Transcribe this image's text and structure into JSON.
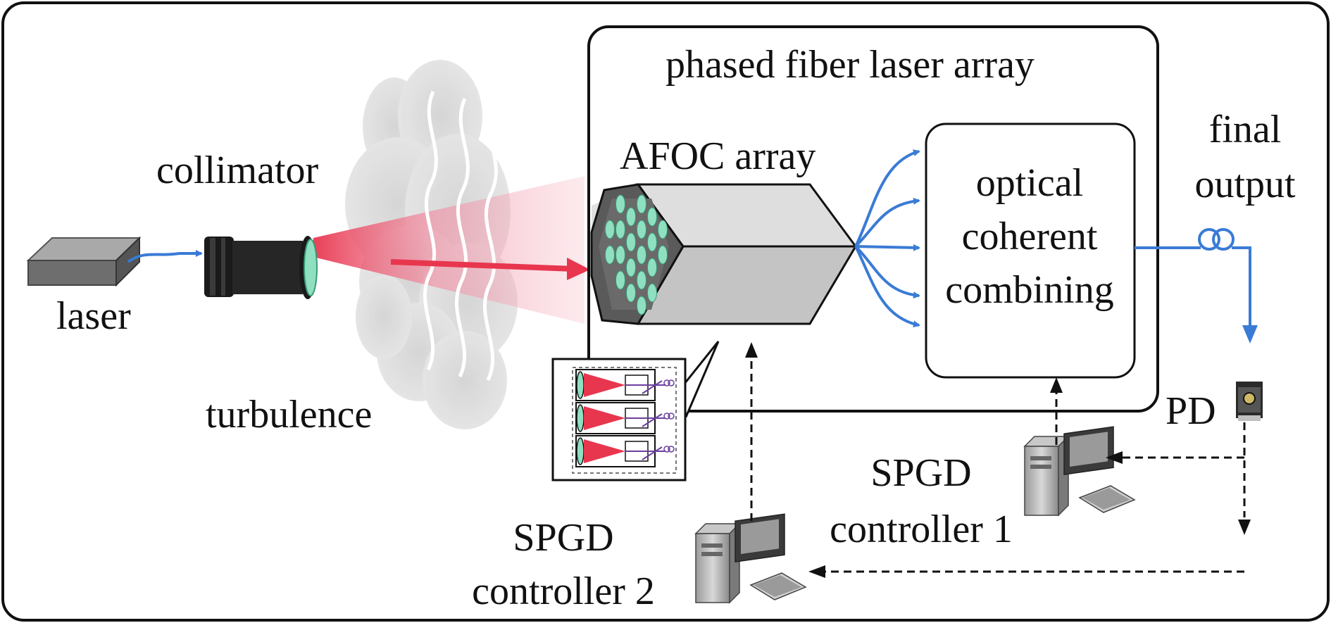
{
  "labels": {
    "laser": "laser",
    "collimator": "collimator",
    "turbulence": "turbulence",
    "array_box_title": "phased fiber laser array",
    "afoc_array": "AFOC array",
    "occ_line1": "optical",
    "occ_line2": "coherent",
    "occ_line3": "combining",
    "final_line1": "final",
    "final_line2": "output",
    "pd": "PD",
    "spgd1_line1": "SPGD",
    "spgd1_line2": "controller 1",
    "spgd2_line1": "SPGD",
    "spgd2_line2": "controller 2"
  },
  "colors": {
    "fiber_blue": "#3a7bd5",
    "beam_red": "#e8364f",
    "beam_pink": "#f7b8c4",
    "lens_green": "#8fe0c0",
    "outline": "#111111",
    "cloud_gray": "#d4d4d4"
  },
  "icons": {
    "laser": "laser-source-icon",
    "collimator": "collimator-icon",
    "photodetector": "photodetector-icon",
    "computer": "computer-icon"
  }
}
